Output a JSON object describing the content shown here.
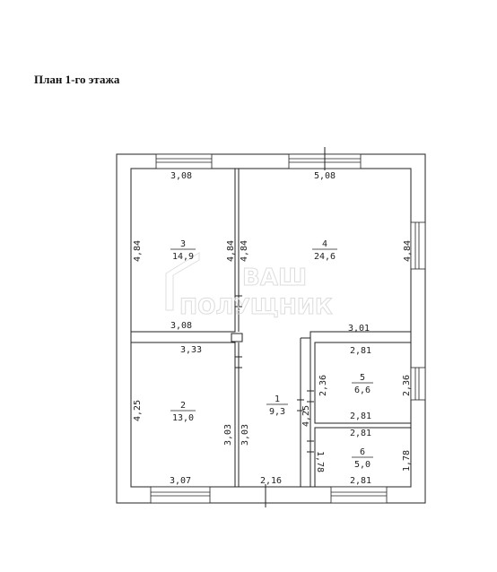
{
  "title": "План 1-го этажа",
  "watermark": {
    "line1": "ВАШ",
    "line2": "ПОЛУЩНИК"
  },
  "rooms": [
    {
      "number": "1",
      "area": "9,3"
    },
    {
      "number": "2",
      "area": "13,0"
    },
    {
      "number": "3",
      "area": "14,9"
    },
    {
      "number": "4",
      "area": "24,6"
    },
    {
      "number": "5",
      "area": "6,6"
    },
    {
      "number": "6",
      "area": "5,0"
    }
  ],
  "dimensions": {
    "r3_top": "3,08",
    "r3_left": "4,84",
    "r3_right": "4,84",
    "r3_bottom": "3,08",
    "r4_top": "5,08",
    "r4_left": "4,84",
    "r4_right": "4,84",
    "r4_bottom": "3,01",
    "r2_top": "3,33",
    "r2_left": "4,25",
    "r2_right": "3,03",
    "r2_bottom": "3,07",
    "r1_left": "3,03",
    "r1_right": "4,25",
    "r1_bottom": "2,16",
    "r5_top": "2,81",
    "r5_left": "2,36",
    "r5_right": "2,36",
    "r5_bottom": "2,81",
    "r6_top": "2,81",
    "r6_left": "1,78",
    "r6_right": "1,78",
    "r6_bottom": "2,81"
  }
}
